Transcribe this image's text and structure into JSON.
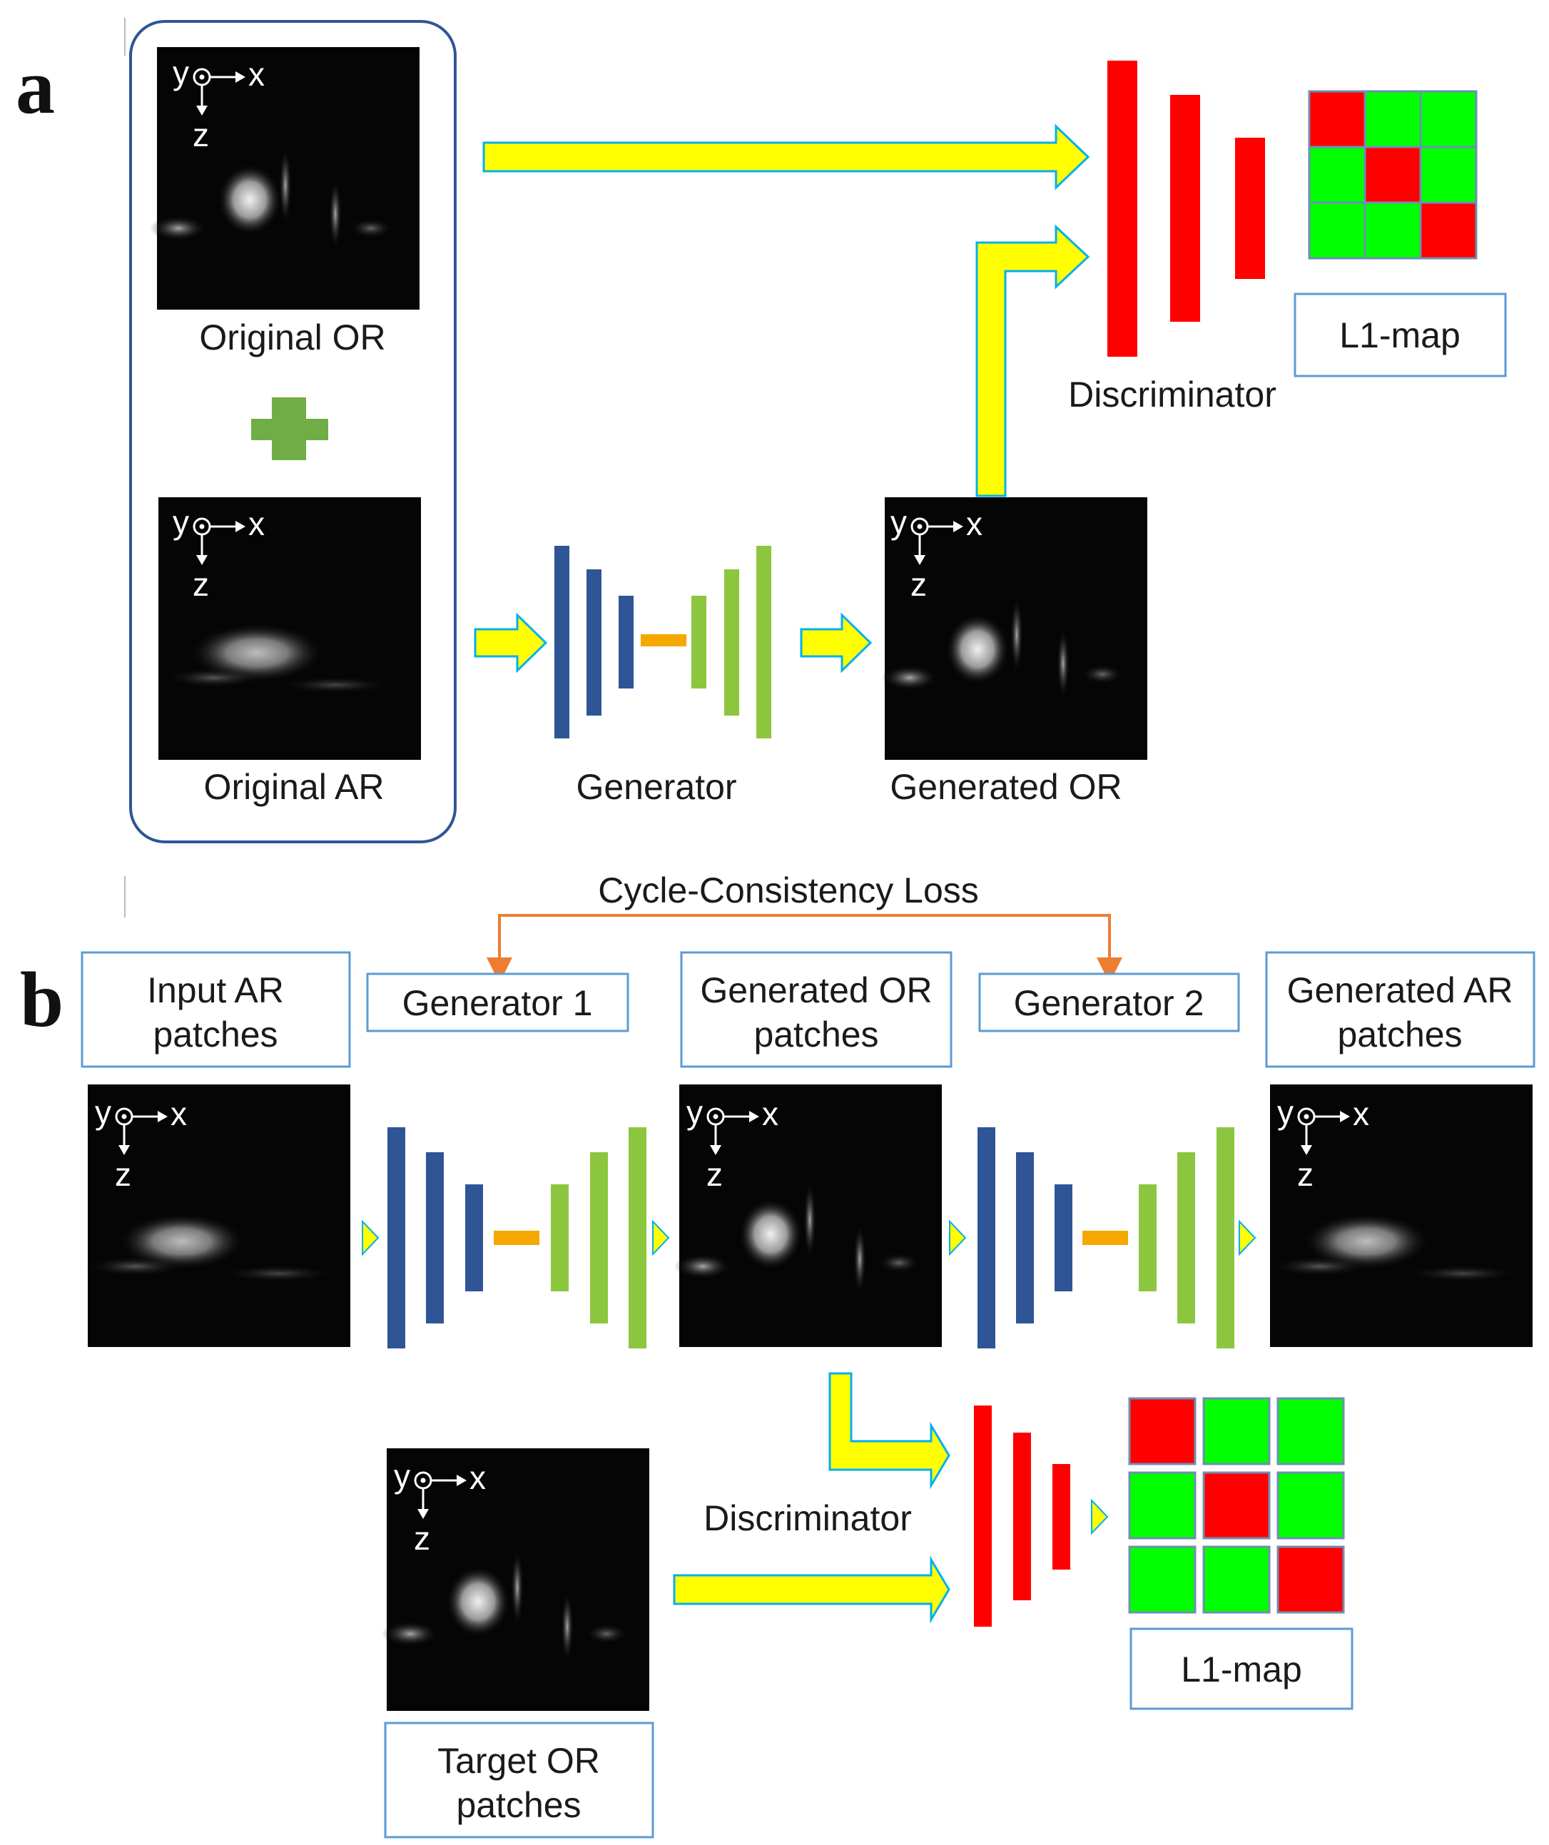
{
  "panels": {
    "a": {
      "label": "a",
      "original_or": "Original OR",
      "original_ar": "Original AR",
      "generator": "Generator",
      "generated_or": "Generated OR",
      "discriminator": "Discriminator",
      "l1_map": "L1-map"
    },
    "b": {
      "label": "b",
      "cycle_loss": "Cycle-Consistency Loss",
      "input_ar_line1": "Input AR",
      "input_ar_line2": "patches",
      "generator1": "Generator 1",
      "generated_or_line1": "Generated OR",
      "generated_or_line2": "patches",
      "generator2": "Generator 2",
      "generated_ar_line1": "Generated AR",
      "generated_ar_line2": "patches",
      "discriminator": "Discriminator",
      "target_or_line1": "Target OR",
      "target_or_line2": "patches",
      "l1_map": "L1-map"
    }
  },
  "axes": {
    "x": "x",
    "y": "y",
    "z": "z"
  },
  "colors": {
    "encoder": "#2f5597",
    "decoder": "#8cc63f",
    "bottleneck": "#f5a800",
    "discriminator": "#ff0000",
    "arrow_fill": "#ffff00",
    "arrow_stroke": "#00b0f0",
    "cycle_arrow": "#ed7d31",
    "plus": "#70ad47",
    "map_real": "#00ff00",
    "map_fake": "#ff0000",
    "box_border": "#5b9bd5",
    "frame_border": "#2f5597"
  },
  "l1_map_pattern": [
    [
      "fake",
      "real",
      "real"
    ],
    [
      "real",
      "fake",
      "real"
    ],
    [
      "real",
      "real",
      "fake"
    ]
  ]
}
